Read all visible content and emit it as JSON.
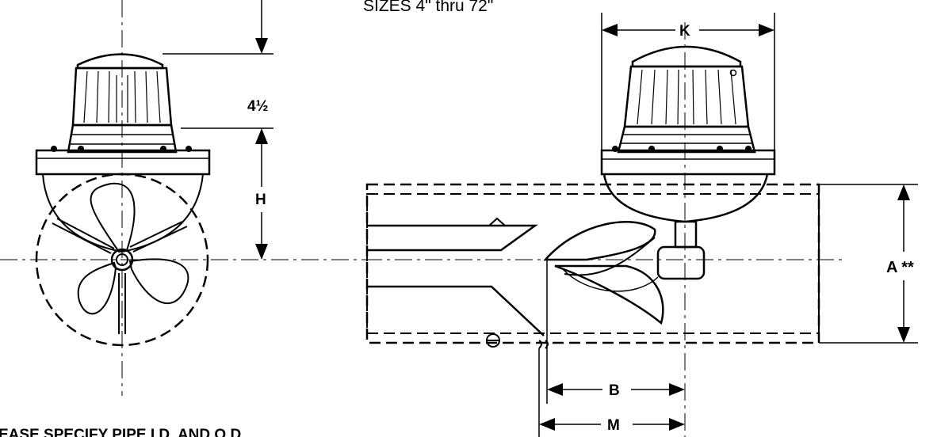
{
  "header": {
    "sizes_text": "SIZES 4\" thru 72\""
  },
  "dimensions": {
    "K": "K",
    "H": "H",
    "four_half": "4½",
    "A": "A **",
    "B": "B",
    "M": "M"
  },
  "note": {
    "text": "EASE SPECIFY PIPE I.D. AND O.D."
  }
}
